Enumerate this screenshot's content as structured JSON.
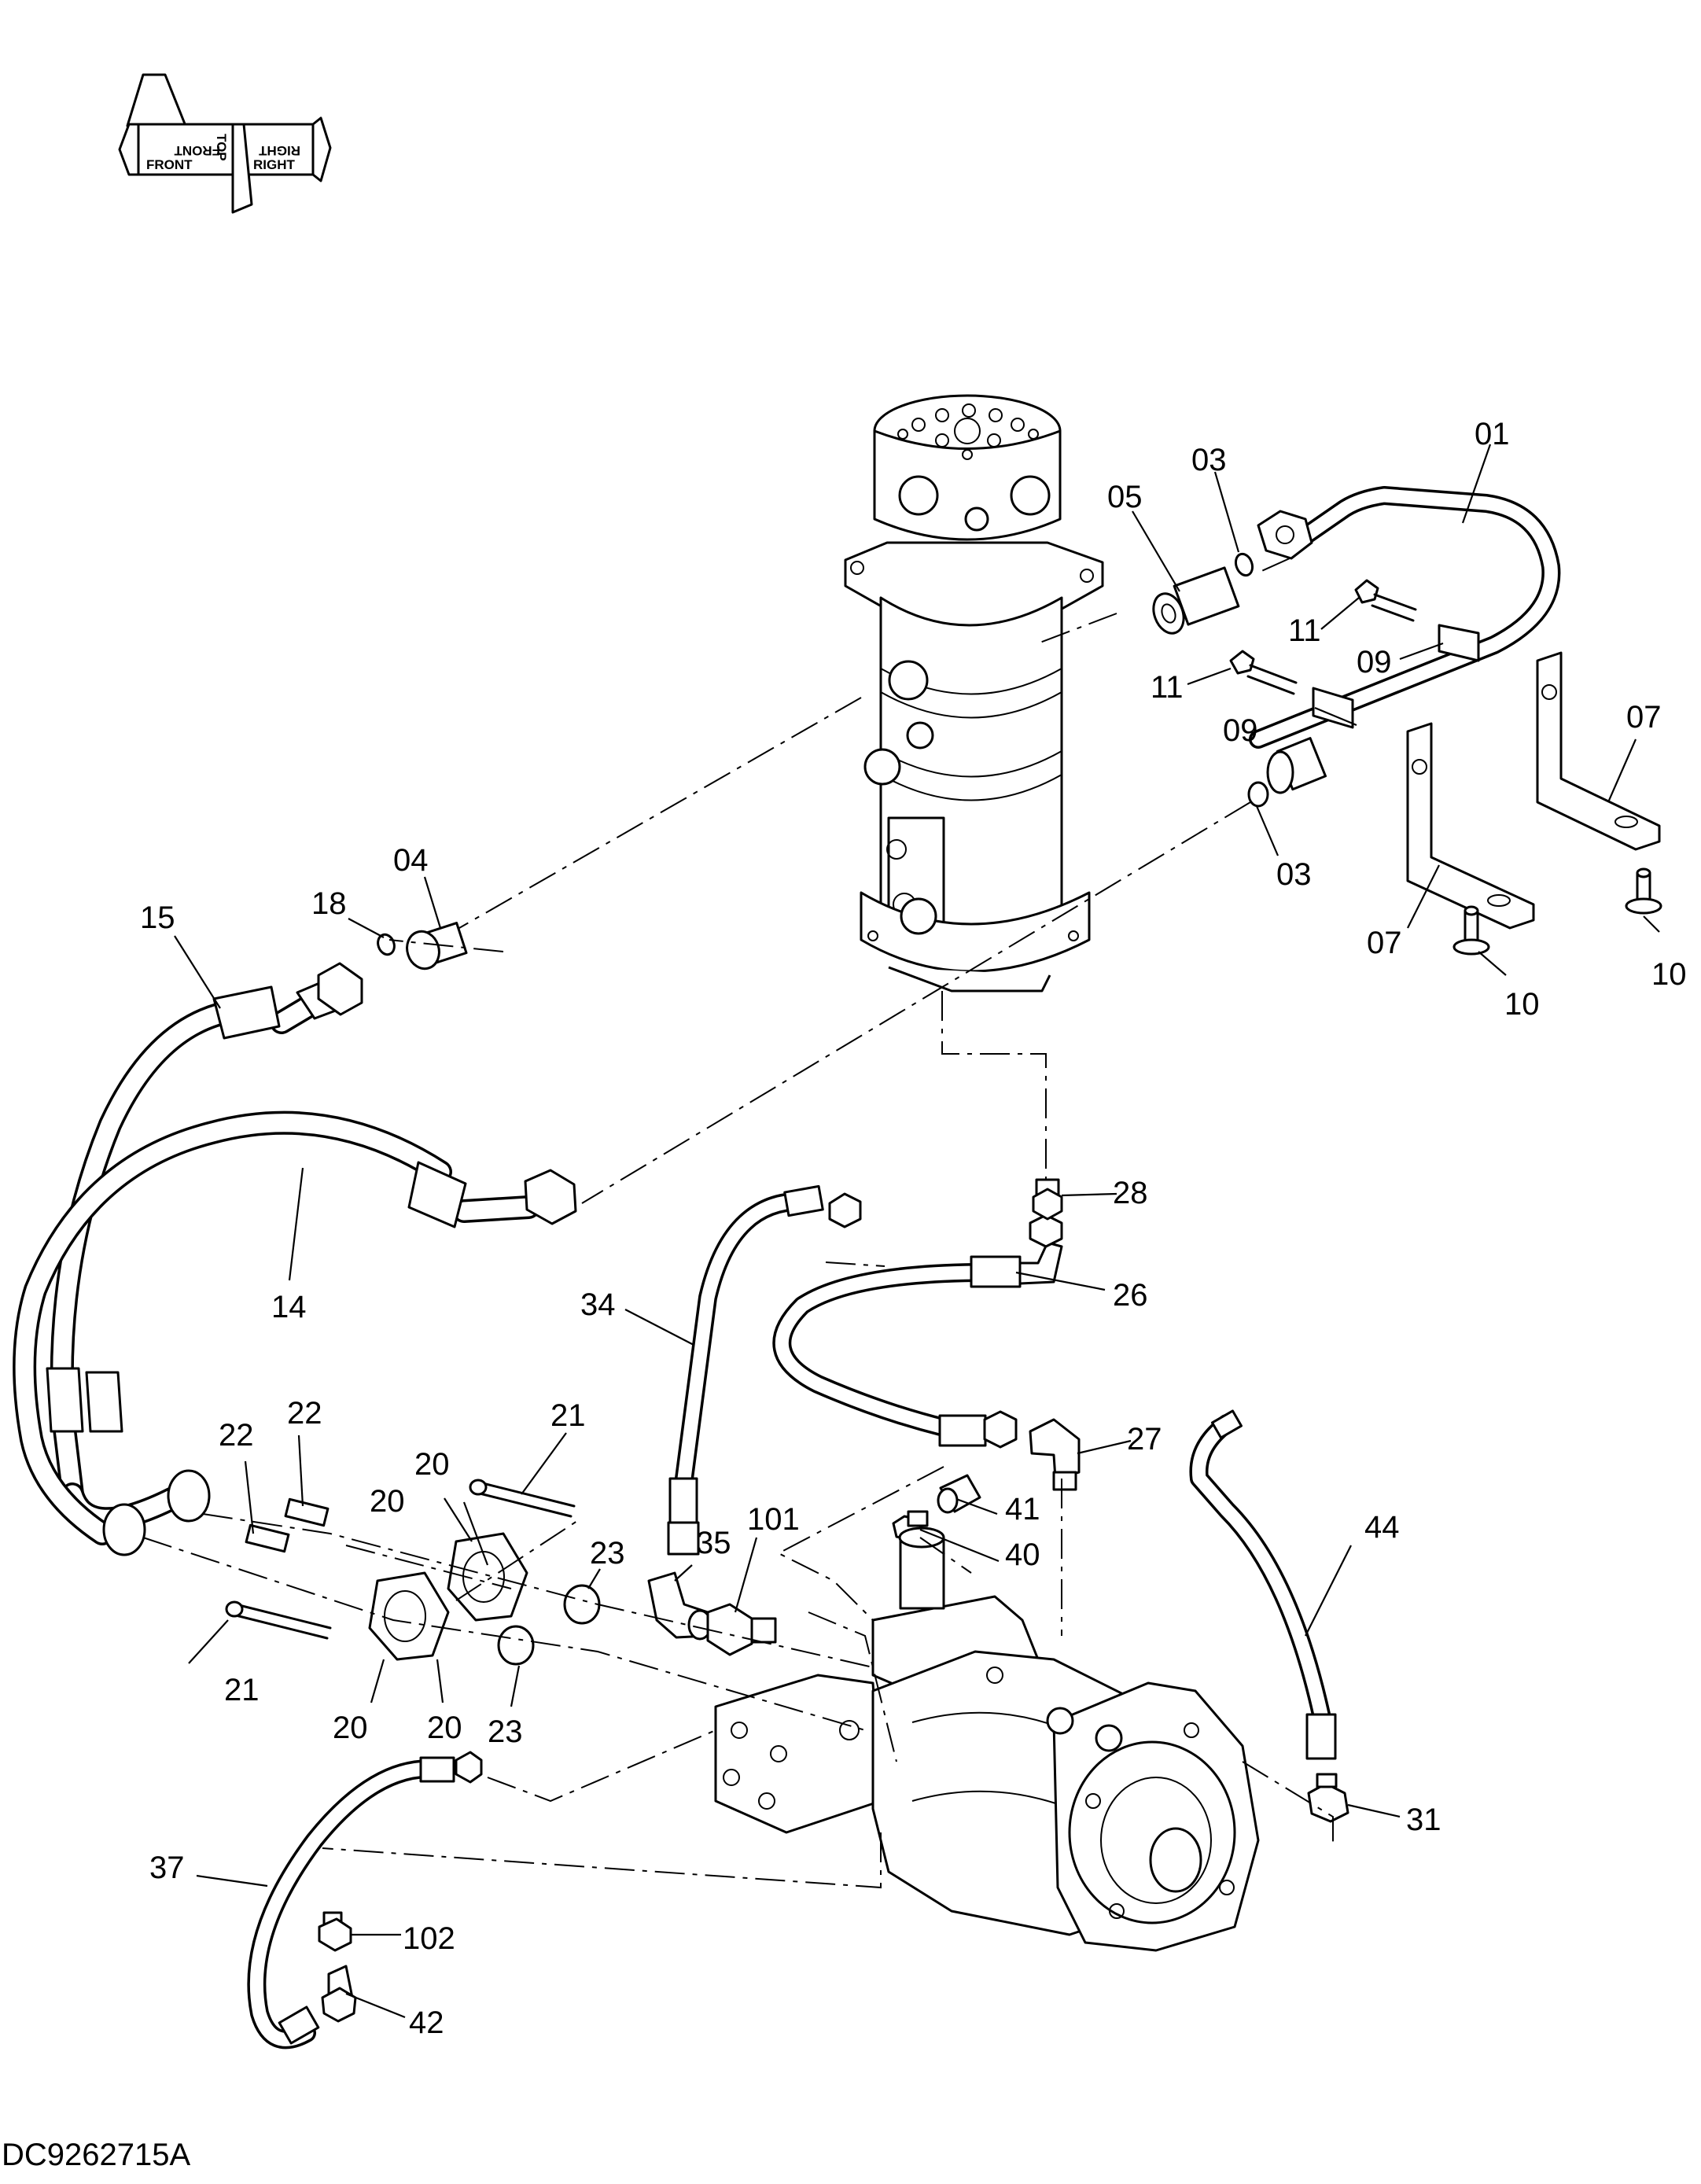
{
  "drawing_number": "DC9262715A",
  "orientation": {
    "front": "FRONT",
    "top": "TOP",
    "right": "RIGHT"
  },
  "callouts": {
    "c01": "01",
    "c03a": "03",
    "c03b": "03",
    "c04": "04",
    "c05": "05",
    "c07a": "07",
    "c07b": "07",
    "c09a": "09",
    "c09b": "09",
    "c10a": "10",
    "c10b": "10",
    "c11a": "11",
    "c11b": "11",
    "c14": "14",
    "c15": "15",
    "c18": "18",
    "c20a": "20",
    "c20b": "20",
    "c20c": "20",
    "c20d": "20",
    "c21a": "21",
    "c21b": "21",
    "c22a": "22",
    "c22b": "22",
    "c23a": "23",
    "c23b": "23",
    "c26": "26",
    "c27": "27",
    "c28": "28",
    "c31": "31",
    "c34": "34",
    "c35": "35",
    "c37": "37",
    "c40": "40",
    "c41": "41",
    "c42": "42",
    "c44": "44",
    "c101": "101",
    "c102": "102"
  }
}
